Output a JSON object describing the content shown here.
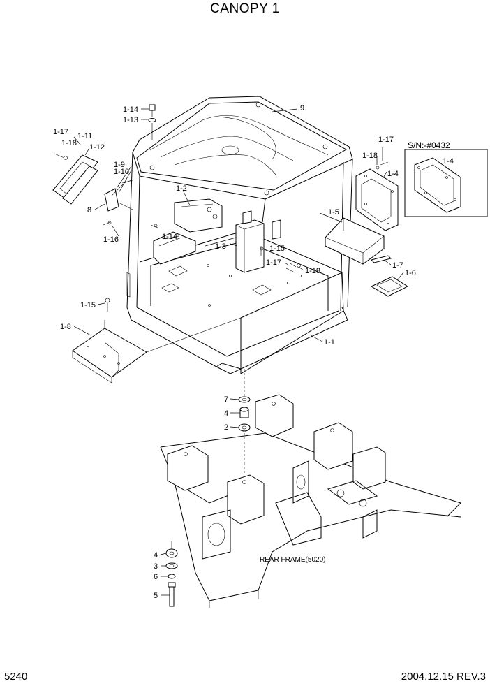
{
  "title": "CANOPY 1",
  "page_number": "5240",
  "footer": "2004.12.15  REV.3",
  "serial_note": "S/N:-#0432",
  "frame_label": "REAR FRAME(5020)",
  "callouts": {
    "c9": "9",
    "c1_14_top": "1-14",
    "c1_13": "1-13",
    "c1_17_left": "1-17",
    "c1_18_left": "1-18",
    "c1_11": "1-11",
    "c1_12": "1-12",
    "c1_9": "1-9",
    "c1_10": "1-10",
    "c8": "8",
    "c1_16": "1-16",
    "c1_2": "1-2",
    "c1_14_mid": "1-14",
    "c1_3": "1-3",
    "c1_15_mid": "1-15",
    "c1_17_mid": "1-17",
    "c1_18_mid": "1-18",
    "c1_17_right": "1-17",
    "c1_18_right": "1-18",
    "c1_4": "1-4",
    "c1_4_sn": "1-4",
    "c1_5": "1-5",
    "c1_7": "1-7",
    "c1_6": "1-6",
    "c1_15_left": "1-15",
    "c1_8": "1-8",
    "c1_1": "1-1",
    "c7": "7",
    "c4_top": "4",
    "c2": "2",
    "c4_bot": "4",
    "c3": "3",
    "c6": "6",
    "c5": "5"
  }
}
